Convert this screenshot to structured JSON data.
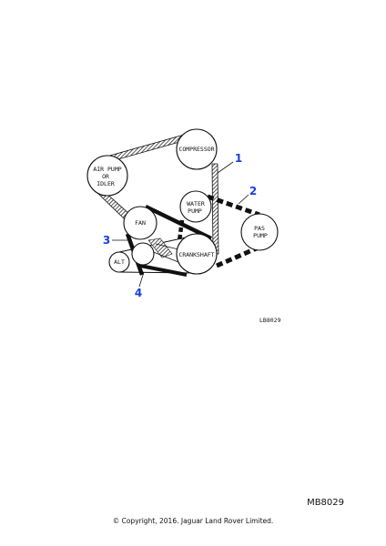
{
  "pulleys": {
    "compressor": "COMPRESSOR",
    "air_pump_line1": "AIR PUMP",
    "air_pump_line2": "OR",
    "air_pump_line3": "IDLER",
    "water_pump_line1": "WATER",
    "water_pump_line2": "PUMP",
    "fan": "FAN",
    "pas_pump_line1": "PAS",
    "pas_pump_line2": "PUMP",
    "crankshaft": "CRANKSHAFT",
    "alt": "ALT"
  },
  "callouts": {
    "c1": "1",
    "c2": "2",
    "c3": "3",
    "c4": "4"
  },
  "colors": {
    "callout": "#1a3fd6",
    "line": "#111111"
  },
  "figure_ref": "LB8029",
  "doc_id": "MB8029",
  "copyright": "© Copyright, 2016. Jaguar Land Rover Limited."
}
